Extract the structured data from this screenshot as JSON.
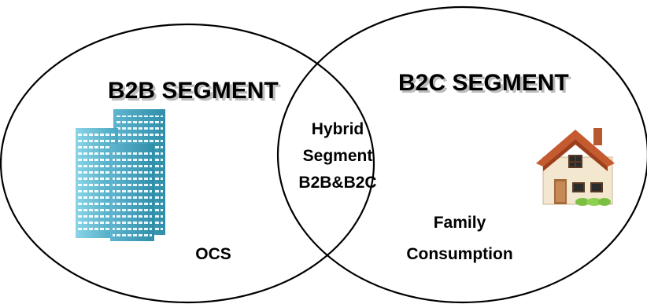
{
  "diagram": {
    "left_set": {
      "title": "B2B SEGMENT",
      "label": "OCS",
      "icon": "office-buildings-icon"
    },
    "right_set": {
      "title": "B2C SEGMENT",
      "label_line1": "Family",
      "label_line2": "Consumption",
      "icon": "house-icon"
    },
    "overlap": {
      "line1": "Hybrid",
      "line2": "Segment",
      "line3": "B2B&B2C"
    }
  }
}
